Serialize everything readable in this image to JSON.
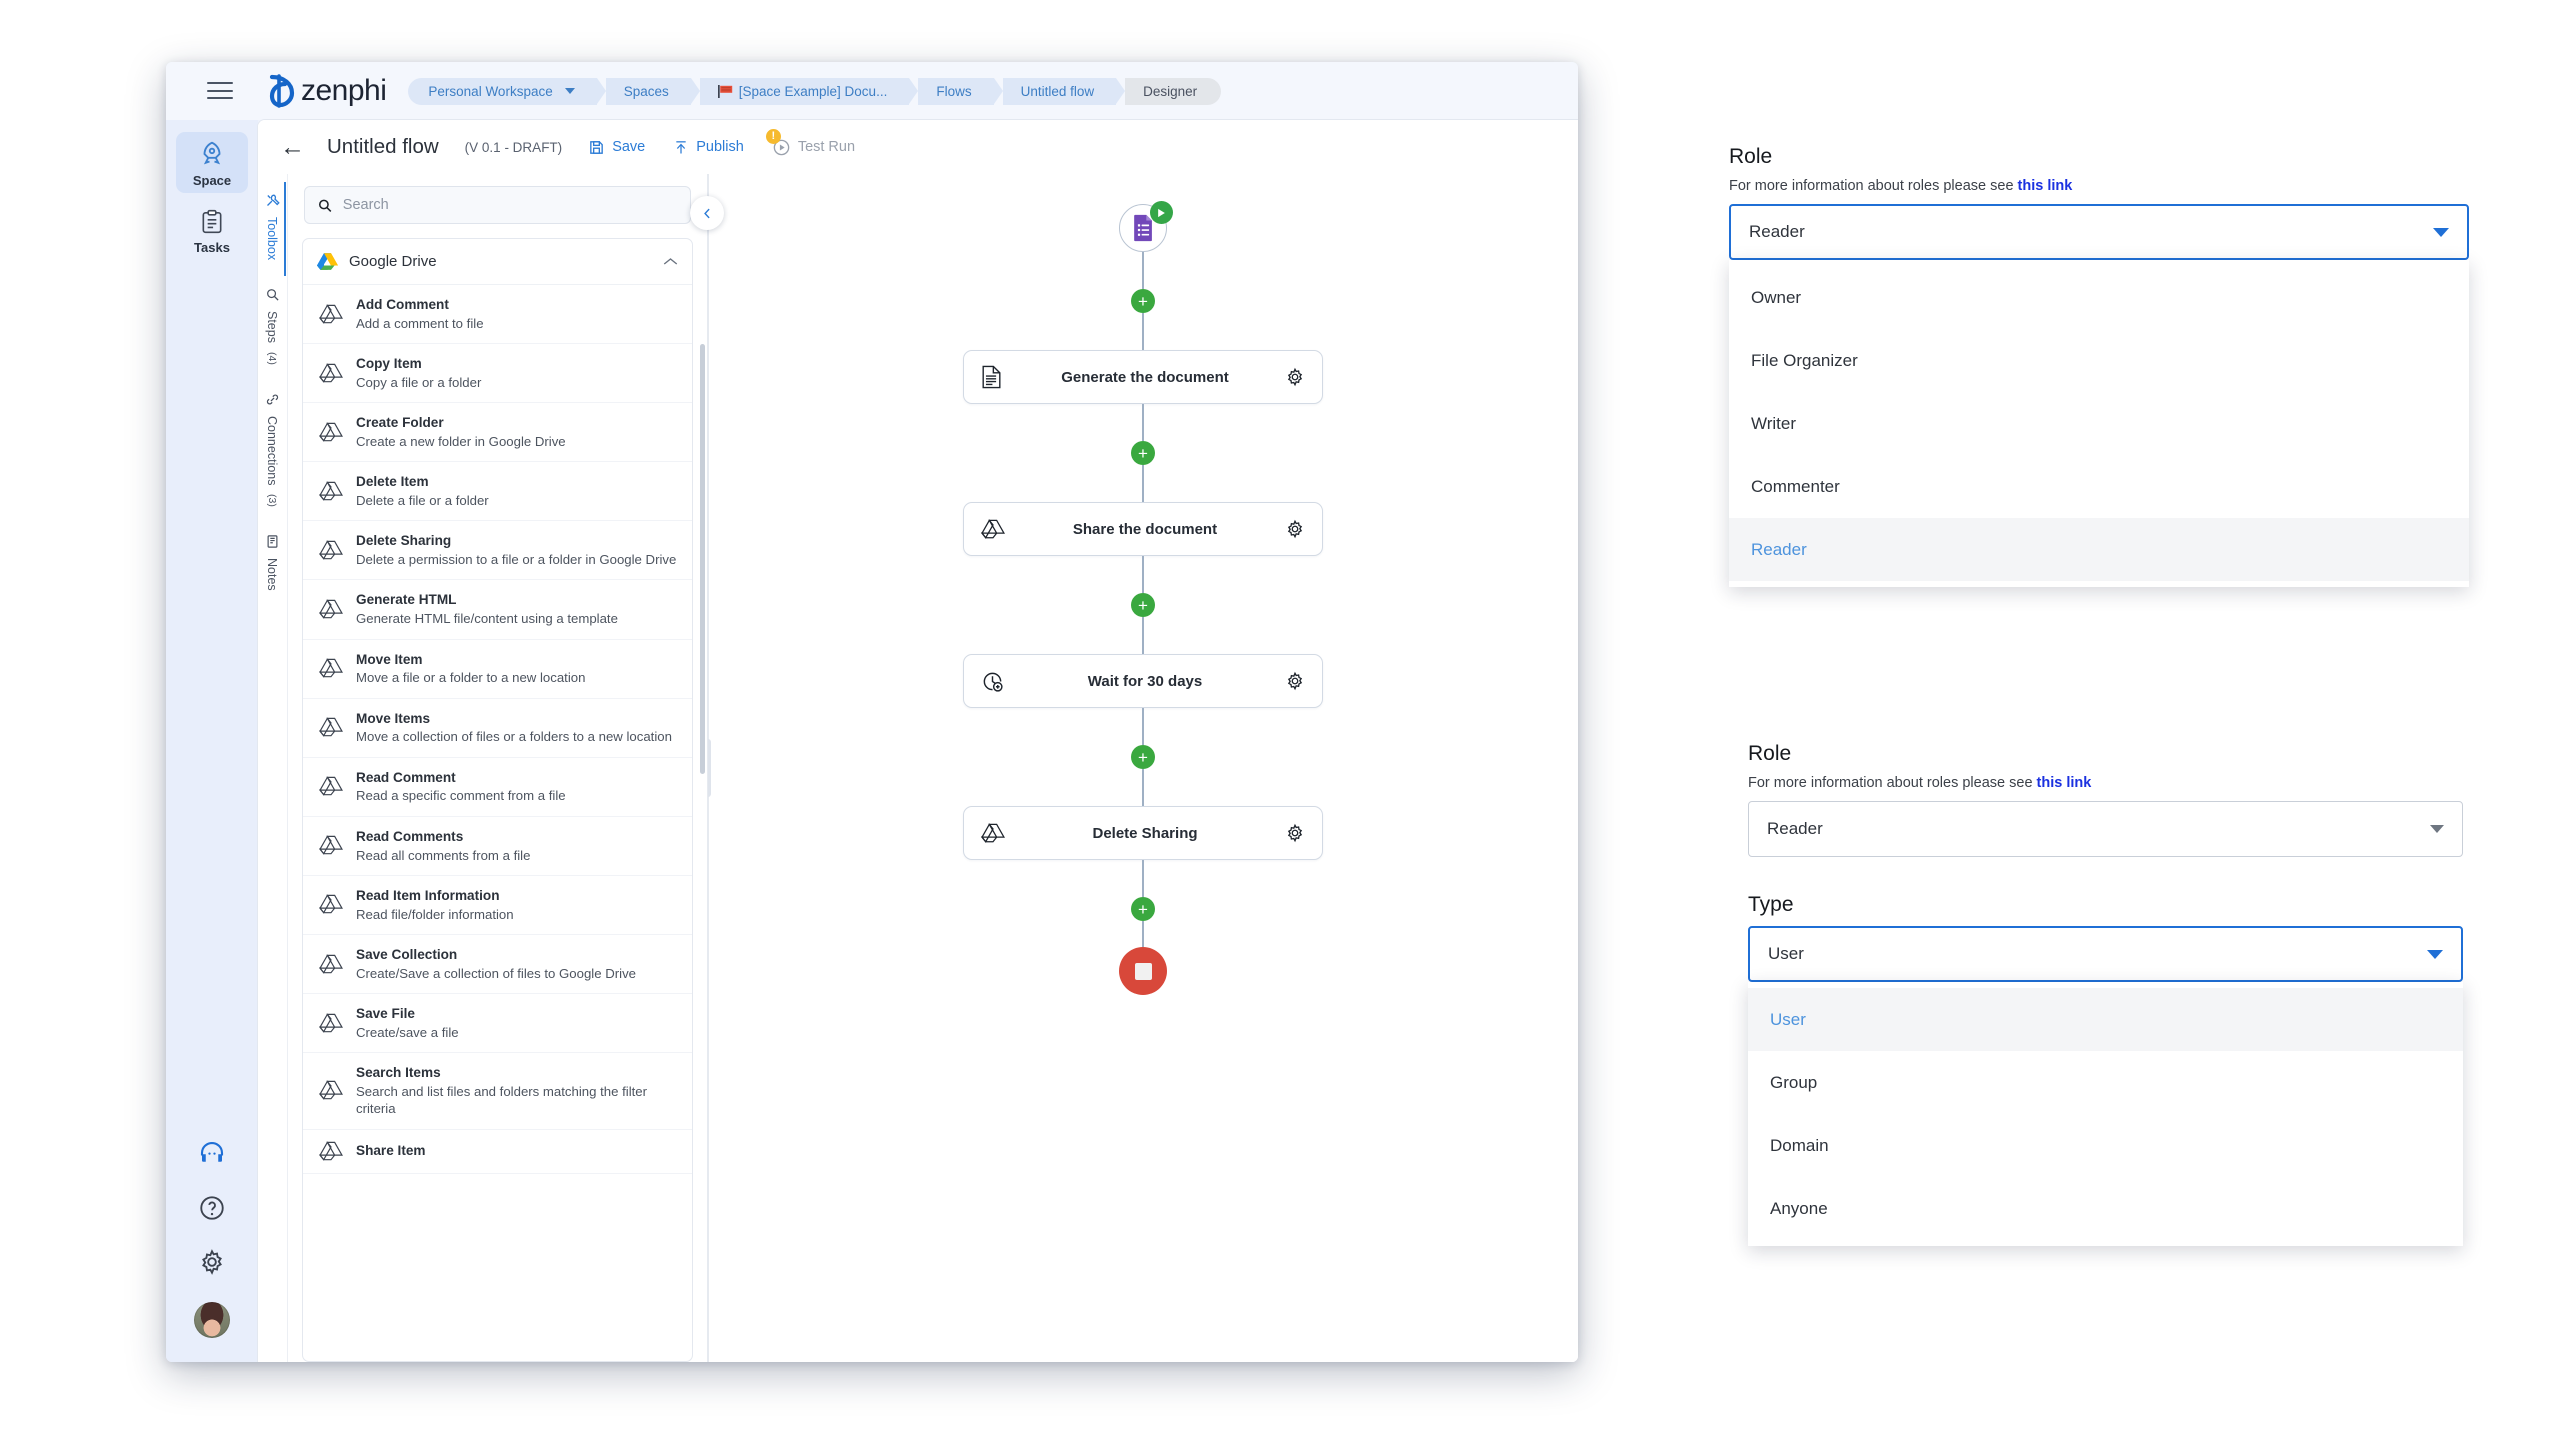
{
  "app": {
    "brand_name": "zenphi",
    "menu_icon": "hamburger-icon",
    "breadcrumb": [
      {
        "label": "Personal Workspace",
        "caret": true,
        "flag": false,
        "current": false
      },
      {
        "label": "Spaces",
        "caret": false,
        "flag": false,
        "current": false
      },
      {
        "label": "[Space Example] Docu...",
        "caret": false,
        "flag": true,
        "current": false
      },
      {
        "label": "Flows",
        "caret": false,
        "flag": false,
        "current": false
      },
      {
        "label": "Untitled flow",
        "caret": false,
        "flag": false,
        "current": false
      },
      {
        "label": "Designer",
        "caret": false,
        "flag": false,
        "current": true
      }
    ]
  },
  "rail": {
    "items": [
      {
        "label": "Space",
        "icon": "rocket-icon",
        "active": true
      },
      {
        "label": "Tasks",
        "icon": "clipboard-icon",
        "active": false
      }
    ],
    "bottom_icons": [
      "headset-support-icon",
      "help-circle-icon",
      "gear-icon",
      "user-avatar"
    ]
  },
  "toolbar": {
    "back_icon": "back-arrow-icon",
    "flow_title": "Untitled flow",
    "version": "(V 0.1 - DRAFT)",
    "save_label": "Save",
    "publish_label": "Publish",
    "test_run_label": "Test Run",
    "warning_badge": "!"
  },
  "vtabs": [
    {
      "label": "Toolbox",
      "count": "",
      "icon": "tools-icon",
      "active": true
    },
    {
      "label": "Steps",
      "count": "(4)",
      "icon": "search-icon",
      "active": false
    },
    {
      "label": "Connections",
      "count": "(3)",
      "icon": "link-icon",
      "active": false
    },
    {
      "label": "Notes",
      "count": "",
      "icon": "note-icon",
      "active": false
    }
  ],
  "toolbox": {
    "search_placeholder": "Search",
    "search_value": "",
    "collapse_icon": "chevron-left-icon",
    "group": {
      "title": "Google Drive",
      "icon": "google-drive-icon",
      "chevron": "chevron-up-icon"
    },
    "items": [
      {
        "name": "Add Comment",
        "desc": "Add a comment to file"
      },
      {
        "name": "Copy Item",
        "desc": "Copy a file or a folder"
      },
      {
        "name": "Create Folder",
        "desc": "Create a new folder in Google Drive"
      },
      {
        "name": "Delete Item",
        "desc": "Delete a file or a folder"
      },
      {
        "name": "Delete Sharing",
        "desc": "Delete a permission to a file or a folder in Google Drive"
      },
      {
        "name": "Generate HTML",
        "desc": "Generate HTML file/content using a template"
      },
      {
        "name": "Move Item",
        "desc": "Move a file or a folder to a new location"
      },
      {
        "name": "Move Items",
        "desc": "Move a collection of files or a folders to a new location"
      },
      {
        "name": "Read Comment",
        "desc": "Read a specific comment from a file"
      },
      {
        "name": "Read Comments",
        "desc": "Read all comments from a file"
      },
      {
        "name": "Read Item Information",
        "desc": "Read file/folder information"
      },
      {
        "name": "Save Collection",
        "desc": "Create/Save a collection of files to Google Drive"
      },
      {
        "name": "Save File",
        "desc": "Create/save a file"
      },
      {
        "name": "Search Items",
        "desc": "Search and list files and folders matching the filter criteria"
      },
      {
        "name": "Share Item",
        "desc": ""
      }
    ]
  },
  "flow": {
    "trigger": {
      "icon": "google-forms-icon",
      "badge": "play-icon"
    },
    "steps": [
      {
        "label": "Generate the document",
        "icon": "document-icon",
        "gear": "gear-icon"
      },
      {
        "label": "Share the document",
        "icon": "google-drive-icon",
        "gear": "gear-icon"
      },
      {
        "label": "Wait for 30 days",
        "icon": "clock-plus-icon",
        "gear": "gear-icon"
      },
      {
        "label": "Delete Sharing",
        "icon": "google-drive-icon",
        "gear": "gear-icon"
      }
    ],
    "add_icon": "plus-icon",
    "end": {
      "icon": "stop-icon"
    }
  },
  "panel_role_open": {
    "label": "Role",
    "help_prefix": "For more information about roles please see ",
    "help_link": "this link",
    "selected": "Reader",
    "caret": "chevron-down-icon",
    "options": [
      {
        "label": "Owner",
        "selected": false
      },
      {
        "label": "File Organizer",
        "selected": false
      },
      {
        "label": "Writer",
        "selected": false
      },
      {
        "label": "Commenter",
        "selected": false
      },
      {
        "label": "Reader",
        "selected": true
      }
    ]
  },
  "panel_type_open": {
    "role_label": "Role",
    "help_prefix": "For more information about roles please see ",
    "help_link": "this link",
    "role_selected": "Reader",
    "type_label": "Type",
    "type_selected": "User",
    "caret": "chevron-down-icon",
    "options": [
      {
        "label": "User",
        "selected": true
      },
      {
        "label": "Group",
        "selected": false
      },
      {
        "label": "Domain",
        "selected": false
      },
      {
        "label": "Anyone",
        "selected": false
      }
    ]
  },
  "colors": {
    "brand_blue": "#2c7cd6",
    "link_blue": "#1b31e0",
    "focus_blue": "#1f6fd6",
    "green": "#3aa83f",
    "red_stop": "#d8483a",
    "warn_yellow": "#f6ba2e",
    "selected_option": "#4d93dd"
  }
}
